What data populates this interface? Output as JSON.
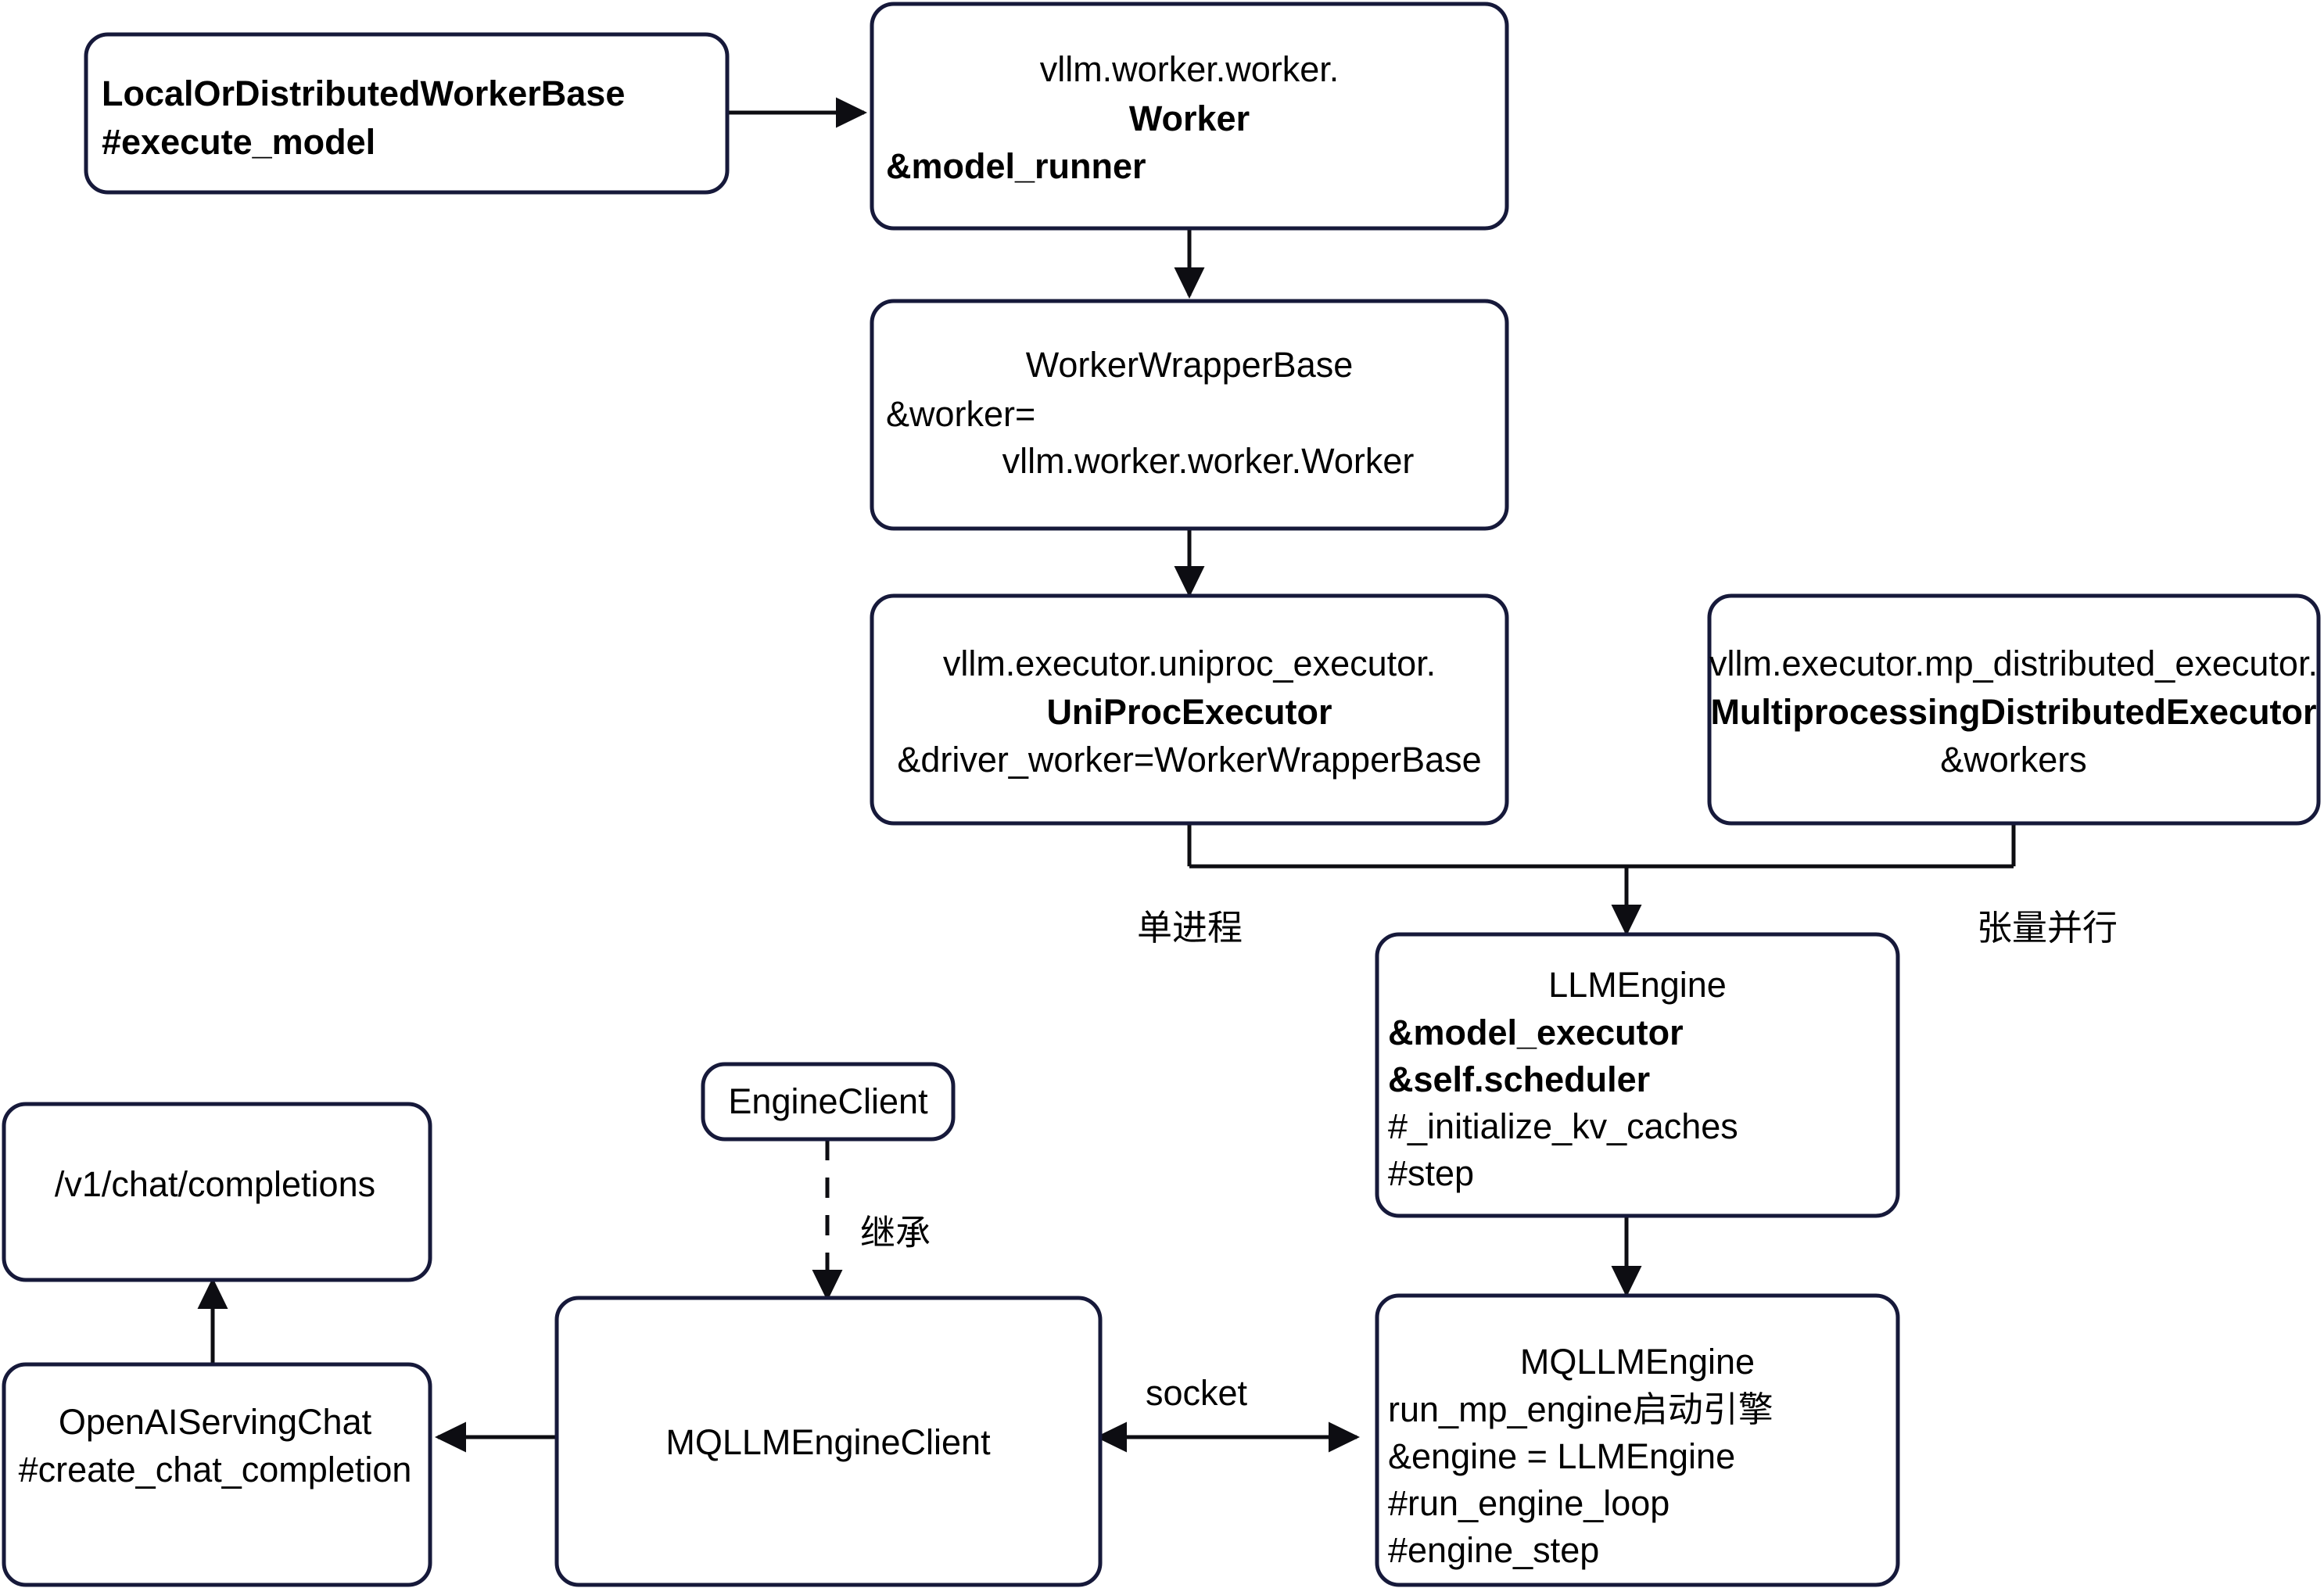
{
  "diagram": {
    "title": "vLLM engine architecture flow",
    "colors": {
      "box_border": "#16193a",
      "arrow": "#0d0d12",
      "background": "#ffffff",
      "text": "#000000"
    },
    "nodes": [
      {
        "id": "local-or-distributed-worker-base",
        "lines": [
          {
            "text": "LocalOrDistributedWorkerBase",
            "bold": true,
            "align": "left"
          },
          {
            "text": "#execute_model",
            "bold": true,
            "align": "left"
          }
        ]
      },
      {
        "id": "worker",
        "lines": [
          {
            "text": "vllm.worker.worker.",
            "bold": false,
            "align": "center"
          },
          {
            "text": "Worker",
            "bold": true,
            "align": "center"
          },
          {
            "text": "&model_runner",
            "bold": true,
            "align": "left"
          }
        ]
      },
      {
        "id": "worker-wrapper-base",
        "lines": [
          {
            "text": "WorkerWrapperBase",
            "bold": false,
            "align": "center"
          },
          {
            "text": "&worker=",
            "bold": false,
            "align": "left"
          },
          {
            "text": "vllm.worker.worker.Worker",
            "bold": false,
            "align": "center"
          }
        ]
      },
      {
        "id": "uniproc-executor",
        "lines": [
          {
            "text": "vllm.executor.uniproc_executor.",
            "bold": false,
            "align": "center"
          },
          {
            "text": "UniProcExecutor",
            "bold": true,
            "align": "center"
          },
          {
            "text": "&driver_worker=WorkerWrapperBase",
            "bold": false,
            "align": "center"
          }
        ]
      },
      {
        "id": "multiprocessing-distributed-executor",
        "lines": [
          {
            "text": "vllm.executor.mp_distributed_executor.",
            "bold": false,
            "align": "center"
          },
          {
            "text": "MultiprocessingDistributedExecutor",
            "bold": true,
            "align": "center"
          },
          {
            "text": "&workers",
            "bold": false,
            "align": "center"
          }
        ]
      },
      {
        "id": "llm-engine",
        "lines": [
          {
            "text": "LLMEngine",
            "bold": false,
            "align": "center"
          },
          {
            "text": "&model_executor",
            "bold": true,
            "align": "left"
          },
          {
            "text": "&self.scheduler",
            "bold": true,
            "align": "left"
          },
          {
            "text": "#_initialize_kv_caches",
            "bold": false,
            "align": "left"
          },
          {
            "text": "#step",
            "bold": false,
            "align": "left"
          }
        ]
      },
      {
        "id": "mq-llm-engine",
        "lines": [
          {
            "text": "MQLLMEngine",
            "bold": false,
            "align": "center"
          },
          {
            "text": "run_mp_engine启动引擎",
            "bold": false,
            "align": "left"
          },
          {
            "text": "&engine = LLMEngine",
            "bold": false,
            "align": "left"
          },
          {
            "text": "#run_engine_loop",
            "bold": false,
            "align": "left"
          },
          {
            "text": "#engine_step",
            "bold": false,
            "align": "left"
          }
        ]
      },
      {
        "id": "engine-client",
        "lines": [
          {
            "text": "EngineClient",
            "bold": false,
            "align": "center"
          }
        ]
      },
      {
        "id": "mq-llm-engine-client",
        "lines": [
          {
            "text": "MQLLMEngineClient",
            "bold": false,
            "align": "center"
          }
        ]
      },
      {
        "id": "v1-chat-completions",
        "lines": [
          {
            "text": "/v1/chat/completions",
            "bold": false,
            "align": "center"
          }
        ]
      },
      {
        "id": "openai-serving-chat",
        "lines": [
          {
            "text": "OpenAIServingChat",
            "bold": false,
            "align": "center"
          },
          {
            "text": "#create_chat_completion",
            "bold": false,
            "align": "center"
          }
        ]
      }
    ],
    "edge_labels": {
      "single_process": "单进程",
      "tensor_parallel": "张量并行",
      "inheritance": "继承",
      "socket": "socket"
    }
  }
}
